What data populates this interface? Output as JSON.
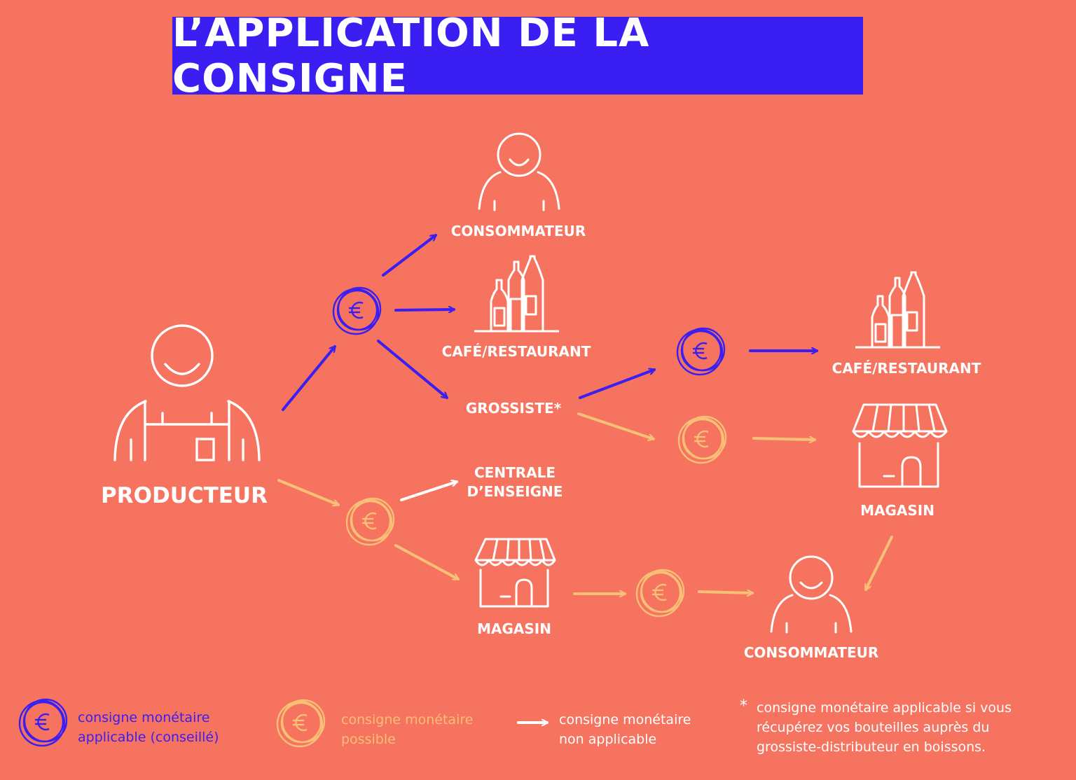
{
  "title": "L’APPLICATION DE LA CONSIGNE",
  "colors": {
    "background": "#f5735f",
    "blue": "#3a1ef2",
    "yellow": "#f8bf77",
    "white": "#ffffff"
  },
  "nodes": {
    "producteur": "PRODUCTEUR",
    "consommateur_top": "CONSOMMATEUR",
    "cafe_restaurant_mid": "CAFÉ/RESTAURANT",
    "grossiste": "GROSSISTE*",
    "centrale_line1": "CENTRALE",
    "centrale_line2": "D’ENSEIGNE",
    "magasin_mid": "MAGASIN",
    "cafe_restaurant_right": "CAFÉ/RESTAURANT",
    "magasin_right": "MAGASIN",
    "consommateur_bottom": "CONSOMMATEUR"
  },
  "icons": {
    "coin": "euro-coin-icon",
    "person": "person-icon",
    "producer": "producer-apron-icon",
    "bottles": "bottles-icon",
    "shop": "shop-awning-icon"
  },
  "legend": {
    "blue_line1": "consigne monétaire",
    "blue_line2": "applicable (conseillé)",
    "yellow_line1": "consigne monétaire",
    "yellow_line2": "possible",
    "white_line1": "consigne monétaire",
    "white_line2": "non applicable"
  },
  "footnote": {
    "star": "*",
    "line1": "consigne monétaire applicable si vous",
    "line2": "récupérez vos bouteilles auprès du",
    "line3": "grossiste-distributeur en boissons."
  }
}
